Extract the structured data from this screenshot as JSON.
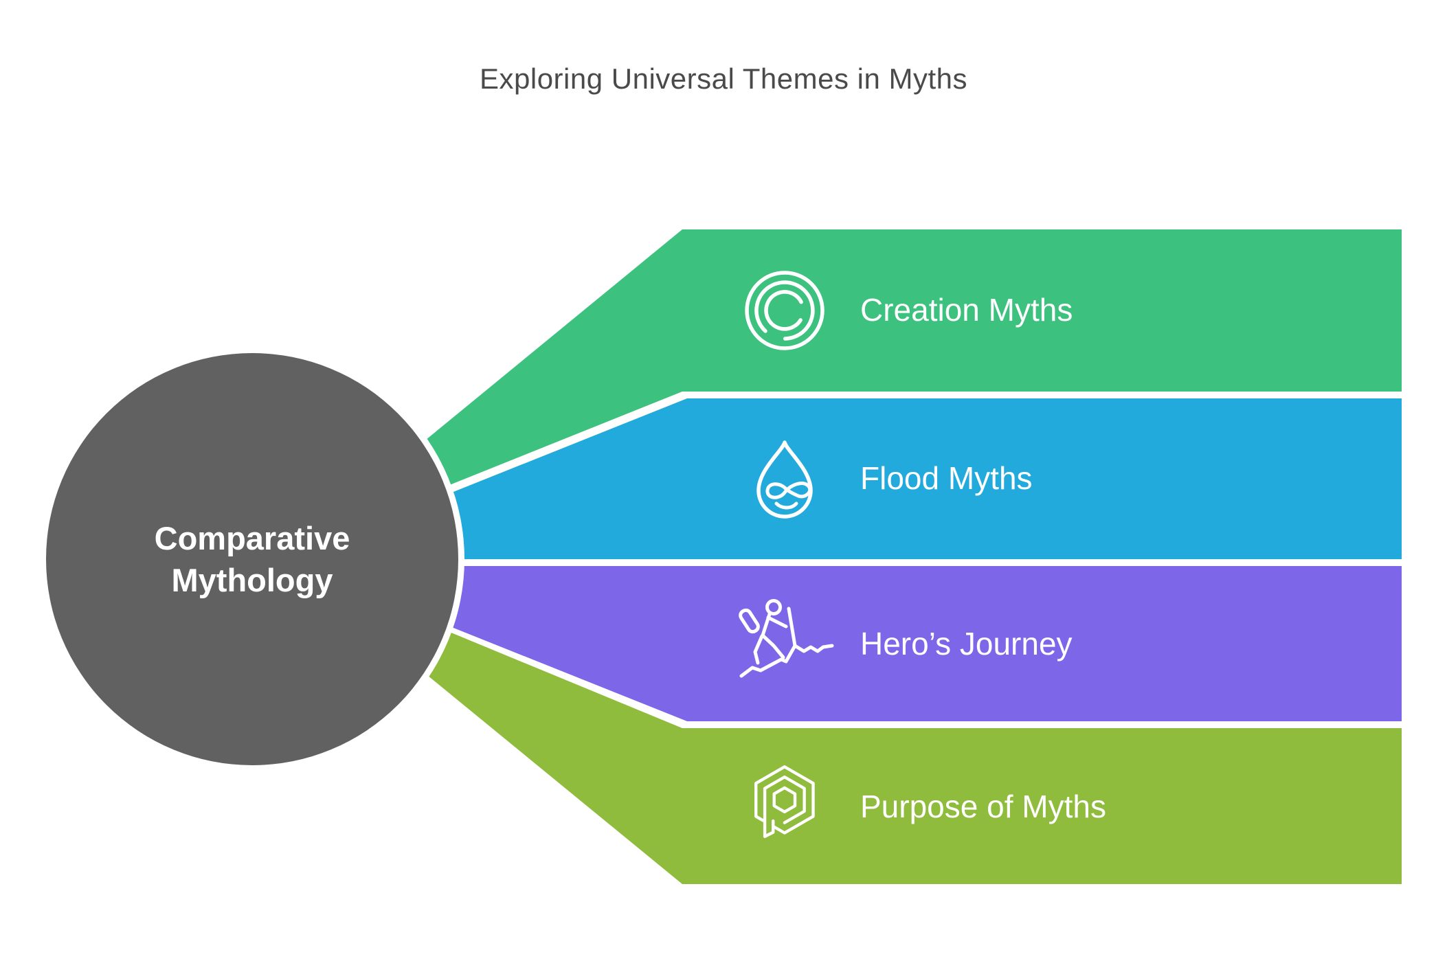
{
  "title": "Exploring Universal Themes in Myths",
  "center": {
    "label": "Comparative Mythology"
  },
  "bands": [
    {
      "label": "Creation Myths",
      "color": "#3cc17e",
      "icon": "concentric-rings-icon"
    },
    {
      "label": "Flood Myths",
      "color": "#23aadc",
      "icon": "water-drop-icon"
    },
    {
      "label": "Hero’s Journey",
      "color": "#7d66e8",
      "icon": "hiker-icon"
    },
    {
      "label": "Purpose of Myths",
      "color": "#8fbc3c",
      "icon": "hexagon-p-icon"
    }
  ],
  "colors": {
    "background": "#ffffff",
    "circle_fill": "#616161",
    "circle_ring": "#ffffff",
    "title_text": "#4a4a4a",
    "label_text": "#ffffff"
  }
}
